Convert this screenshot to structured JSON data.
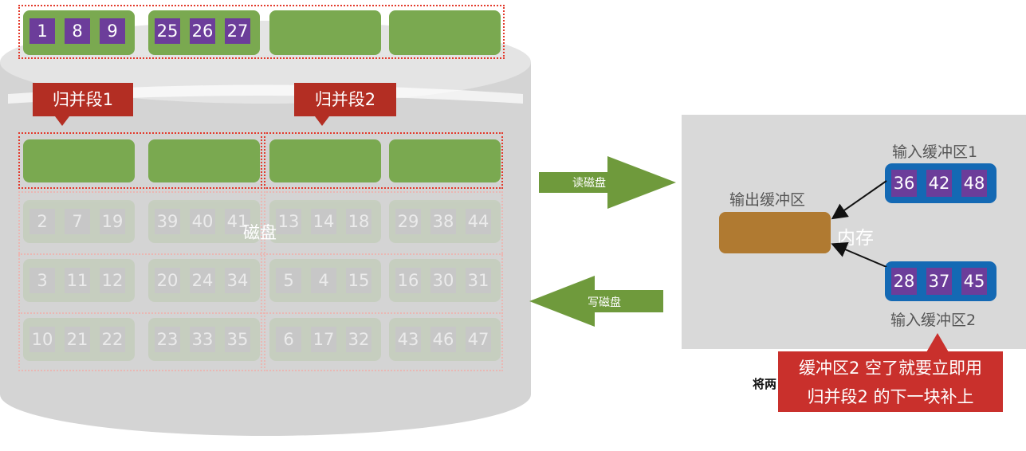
{
  "disk": {
    "label": "磁盘",
    "top_row": [
      {
        "values": [
          "1",
          "8",
          "9"
        ]
      },
      {
        "values": [
          "25",
          "26",
          "27"
        ]
      },
      {
        "values": []
      },
      {
        "values": []
      }
    ],
    "segment1_label": "归并段1",
    "segment2_label": "归并段2",
    "rows": [
      [
        [
          "2",
          "7",
          "19"
        ],
        [
          "39",
          "40",
          "41"
        ],
        [
          "13",
          "14",
          "18"
        ],
        [
          "29",
          "38",
          "44"
        ]
      ],
      [
        [
          "3",
          "11",
          "12"
        ],
        [
          "20",
          "24",
          "34"
        ],
        [
          "5",
          "4",
          "15"
        ],
        [
          "16",
          "30",
          "31"
        ]
      ],
      [
        [
          "10",
          "21",
          "22"
        ],
        [
          "23",
          "33",
          "35"
        ],
        [
          "6",
          "17",
          "32"
        ],
        [
          "43",
          "46",
          "47"
        ]
      ]
    ]
  },
  "arrows": {
    "read_label": "读磁盘",
    "write_label": "写磁盘"
  },
  "memory": {
    "label": "内存",
    "output_buffer_label": "输出缓冲区",
    "input1_label": "输入缓冲区1",
    "input1_values": [
      "36",
      "42",
      "48"
    ],
    "input2_label": "输入缓冲区2",
    "input2_values": [
      "28",
      "37",
      "45"
    ]
  },
  "note": {
    "line1": "缓冲区2 空了就要立即用",
    "line2": "归并段2 的下一块补上",
    "hidden_prefix": "将两"
  },
  "colors": {
    "block_green": "#7aa950",
    "cell_purple": "#6c3d9a",
    "buffer_blue": "#1469b4",
    "output_brown": "#b07a31",
    "tag_red": "#b32e23",
    "arrow_green": "#6f9a3c"
  }
}
